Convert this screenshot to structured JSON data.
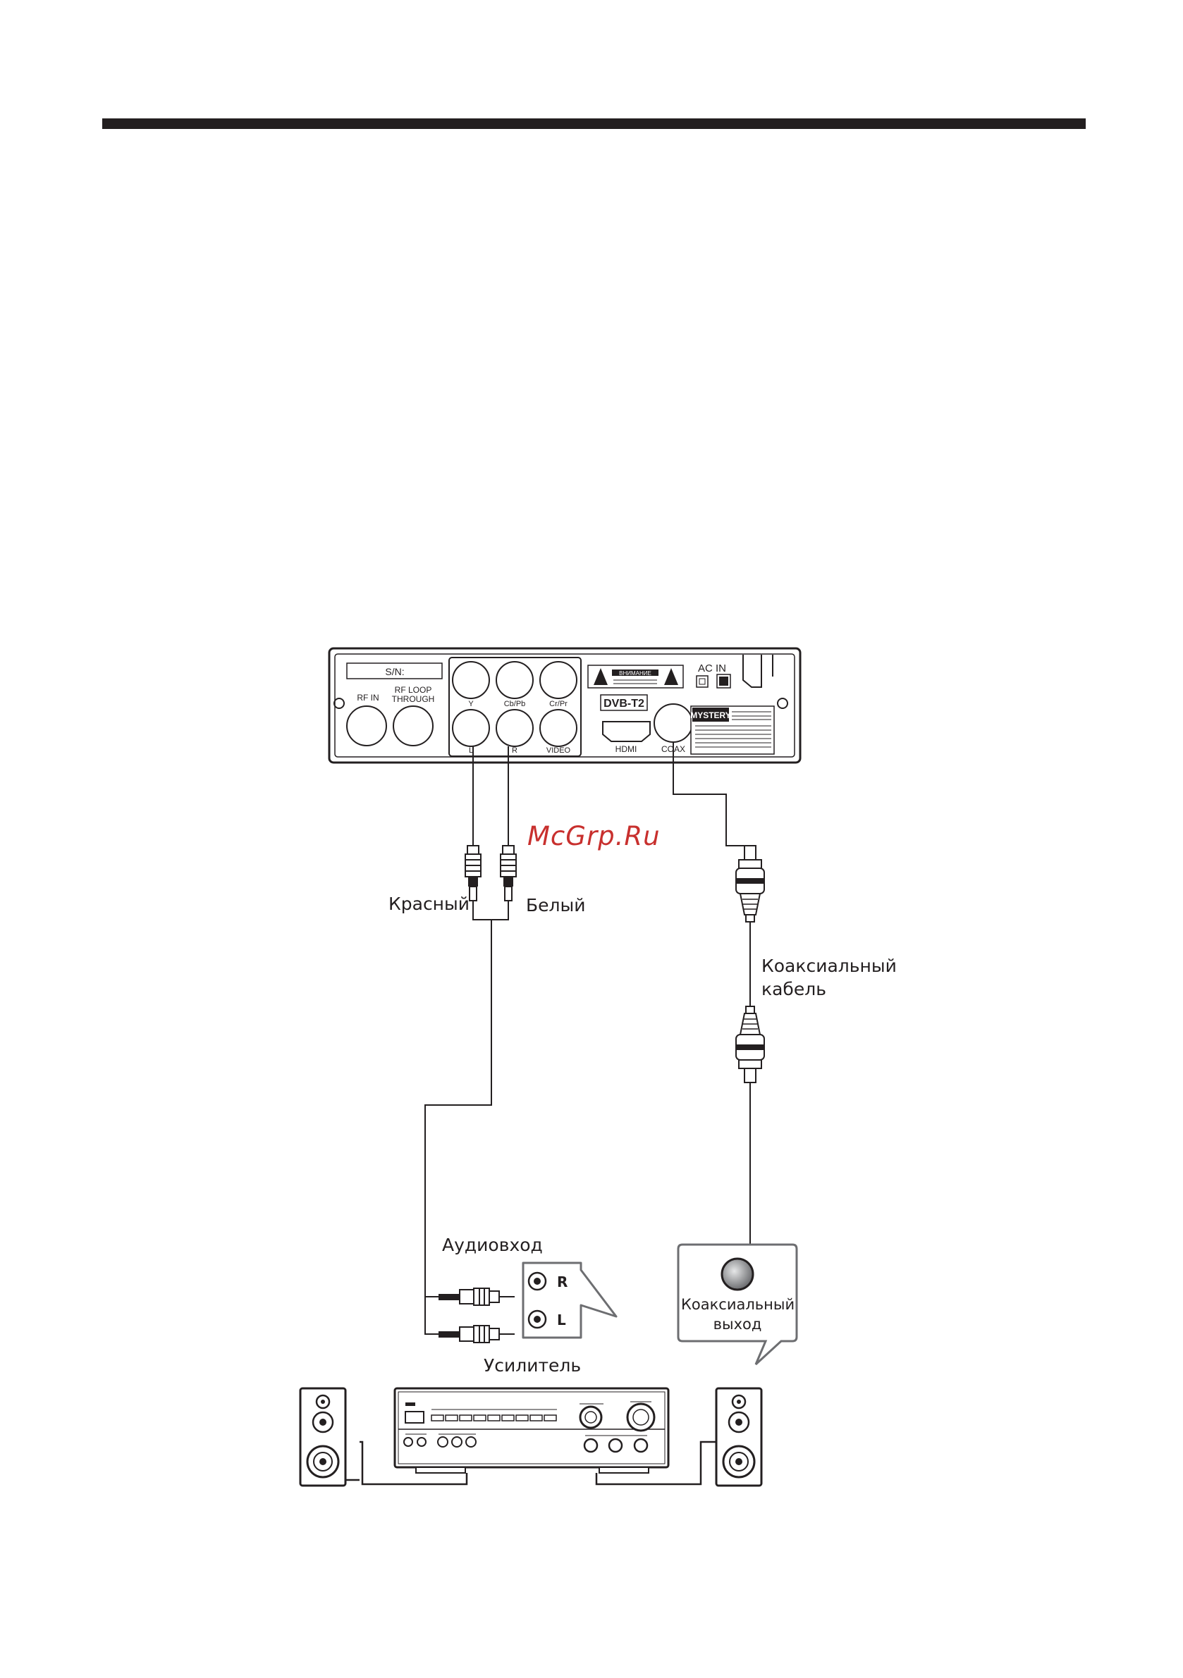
{
  "labels": {
    "red": "Красный",
    "white": "Белый",
    "coax_cable_line1": "Коаксиальный",
    "coax_cable_line2": "кабель",
    "audio_in": "Аудиовход",
    "coax_out_line1": "Коаксиальный",
    "coax_out_line2": "выход",
    "amplifier": "Усилитель"
  },
  "watermark": "McGrp.Ru",
  "receiver_panel": {
    "sn": "S/N:",
    "rf_in": "RF IN",
    "rf_loop_line1": "RF LOOP",
    "rf_loop_line2": "THROUGH",
    "y": "Y",
    "cb_pb": "Cb/Pb",
    "cr_pr": "Cr/Pr",
    "l": "L",
    "r": "R",
    "video": "VIDEO",
    "warning": "ВНИМАНИЕ",
    "ac_in": "AC IN",
    "dvb_logo": "DVB-T2",
    "hdmi": "HDMI",
    "coax": "COAX",
    "brand": "MYSTERY"
  },
  "audio_jacks": {
    "r": "R",
    "l": "L"
  }
}
